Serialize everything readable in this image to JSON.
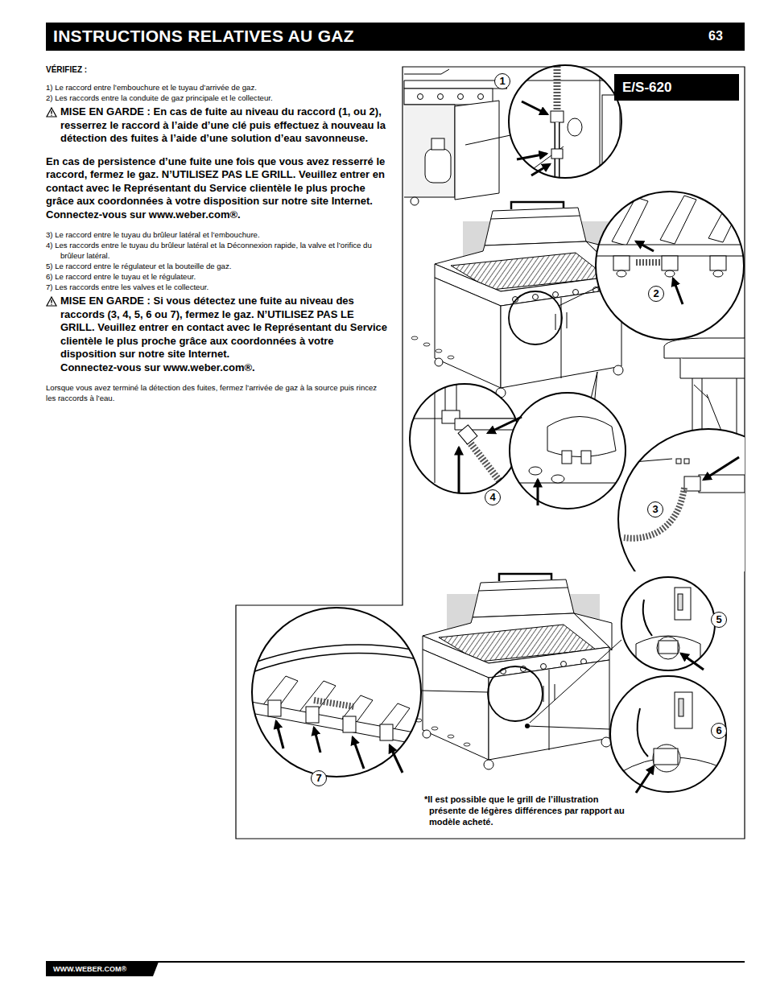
{
  "diagram": {
    "title": "INSTRUCTIONS RELATIVES AU GAZ",
    "nodes": [
      {
        "text": [
          "E/S-620"
        ]
      }
    ],
    "labels": [
      "63",
      "VÉRIFIEZ :",
      "1) Le raccord entre l’embouchure et le tuyau d’arrivée de gaz.",
      "2) Les raccords entre la conduite de gaz principale et le collecteur.",
      "MISE EN GARDE : En cas de fuite au niveau du raccord (1, ou 2), resserrez le raccord à l’aide d’une clé puis effectuez à nouveau la détection des fuites à l’aide d’une solution d’eau savonneuse.",
      "En cas de persistence d’une fuite une fois que vous avez resserré le raccord, fermez le gaz. N’UTILISEZ PAS LE GRILL. Veuillez entrer en contact avec le Représentant du Service clientèle le plus proche grâce aux coordonnées à votre disposition sur notre site Internet.",
      "Connectez-vous sur www.weber.com®.",
      "3) Le raccord entre le tuyau du brûleur latéral et l’embouchure.",
      "4) Les raccords entre le tuyau du brûleur latéral et la Déconnexion rapide, la valve et l’orifice du brûleur latéral.",
      "5) Le raccord entre le régulateur et la bouteille de gaz.",
      "6) Le raccord entre le tuyau et le régulateur.",
      "7) Les raccords entre les valves et le collecteur.",
      "MISE EN GARDE : Si vous détectez une fuite au niveau des raccords (3, 4, 5, 6 ou 7), fermez le gaz. N’UTILISEZ PAS LE GRILL. Veuillez entrer en contact avec le Représentant du Service clientèle le plus proche grâce aux coordonnées à votre disposition sur notre site Internet.",
      "Connectez-vous sur www.weber.com®.",
      "Lorsque vous avez terminé la détection des fuites, fermez l’arrivée de gaz à la source puis rincez les raccords à l’eau.",
      "1",
      "2",
      "4",
      "3",
      "5",
      "6",
      "7",
      "*Il est possible que le grill de l’illustration présente de légères différences par rapport au modèle acheté.",
      "WWW.WEBER.COM®"
    ]
  }
}
